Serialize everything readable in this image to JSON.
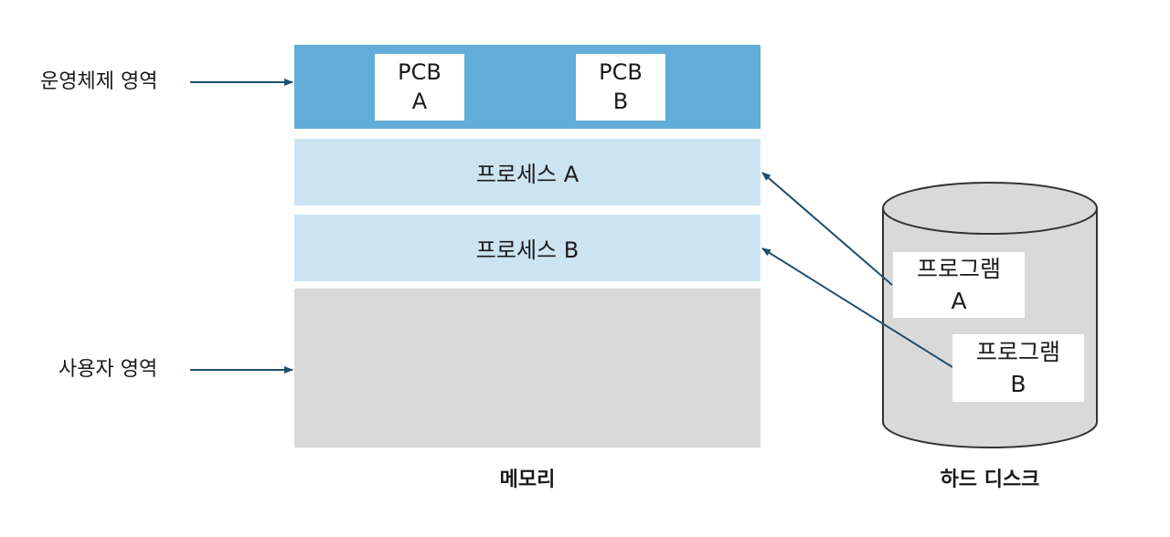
{
  "labels": {
    "os_area": "운영체제 영역",
    "user_area": "사용자 영역"
  },
  "memory": {
    "pcb_a": {
      "line1": "PCB",
      "line2": "A"
    },
    "pcb_b": {
      "line1": "PCB",
      "line2": "B"
    },
    "process_a": "프로세스 A",
    "process_b": "프로세스 B",
    "caption": "메모리"
  },
  "disk": {
    "program_a": {
      "line1": "프로그램",
      "line2": "A"
    },
    "program_b": {
      "line1": "프로그램",
      "line2": "B"
    },
    "caption": "하드 디스크"
  },
  "colors": {
    "os_region": "#62acd9",
    "process_region": "#cce4f2",
    "user_region": "#d9d9d9",
    "disk_fill": "#d9d9d9",
    "arrow": "#1f4e6b"
  }
}
